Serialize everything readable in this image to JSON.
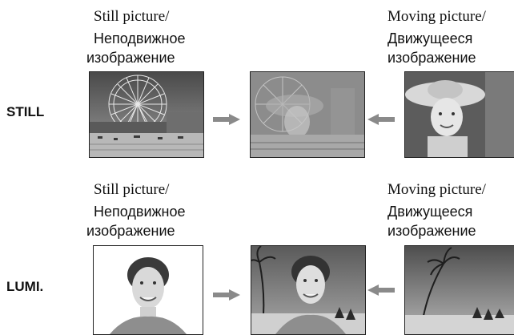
{
  "rows": [
    {
      "mode_label": "STILL",
      "still_caption_en": "Still picture/",
      "still_caption_ru_1": "Неподвижное",
      "still_caption_ru_2": "изображение",
      "moving_caption_en": "Moving picture/",
      "moving_caption_ru_1": "Движущееся",
      "moving_caption_ru_2": "изображение",
      "still_image": "ferris-wheel-photo",
      "combined_image": "ferris-wheel-girl-overlay-photo",
      "moving_image": "girl-in-hat-photo"
    },
    {
      "mode_label": "LUMI.",
      "still_caption_en": "Still picture/",
      "still_caption_ru_1": "Неподвижное",
      "still_caption_ru_2": "изображение",
      "moving_caption_en": "Moving picture/",
      "moving_caption_ru_1": "Движущееся",
      "moving_caption_ru_2": "изображение",
      "still_image": "woman-portrait-photo",
      "combined_image": "woman-beach-overlay-photo",
      "moving_image": "beach-palms-photo"
    }
  ],
  "colors": {
    "arrow": "#8a8a8a"
  }
}
